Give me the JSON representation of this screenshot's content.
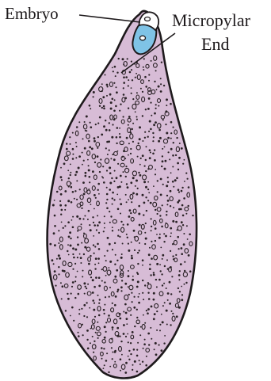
{
  "labels": {
    "embryo": "Embryo",
    "micropylar_line1": "Micropylar",
    "micropylar_line2": "End"
  },
  "colors": {
    "background": "#ffffff",
    "endosperm_fill": "#d7bcd6",
    "outline": "#1e1a1c",
    "embryo_fill": "#7fc3e6",
    "cell_wall": "#2a2226"
  }
}
